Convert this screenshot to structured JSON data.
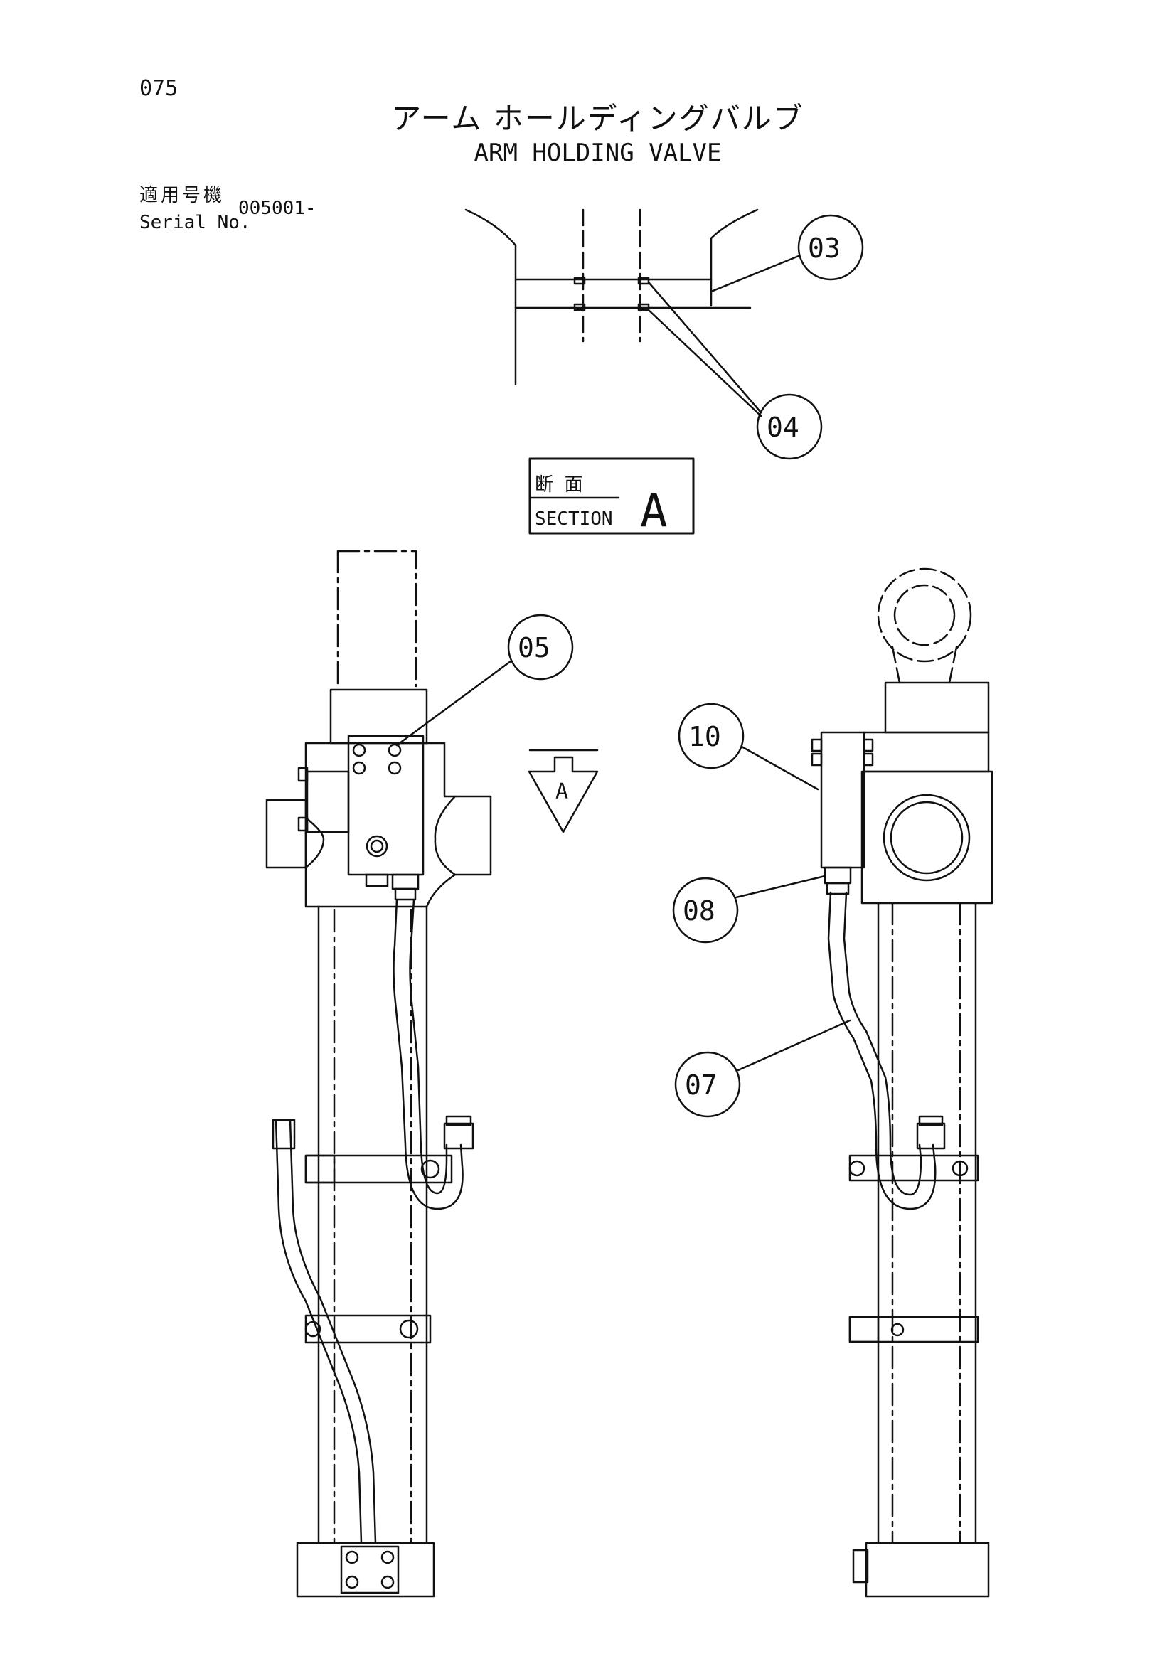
{
  "header": {
    "page_number": "075",
    "title_jp": "アーム ホールディングバルブ",
    "title_en": "ARM HOLDING VALVE",
    "serial_label_jp": "適用号機",
    "serial_label_en": "Serial No.",
    "serial_value": "005001-"
  },
  "section_box": {
    "label_jp": "断 面",
    "label_en": "SECTION",
    "letter": "A"
  },
  "view_arrow": {
    "letter": "A"
  },
  "callouts": [
    "03",
    "04",
    "05",
    "10",
    "08",
    "07"
  ]
}
